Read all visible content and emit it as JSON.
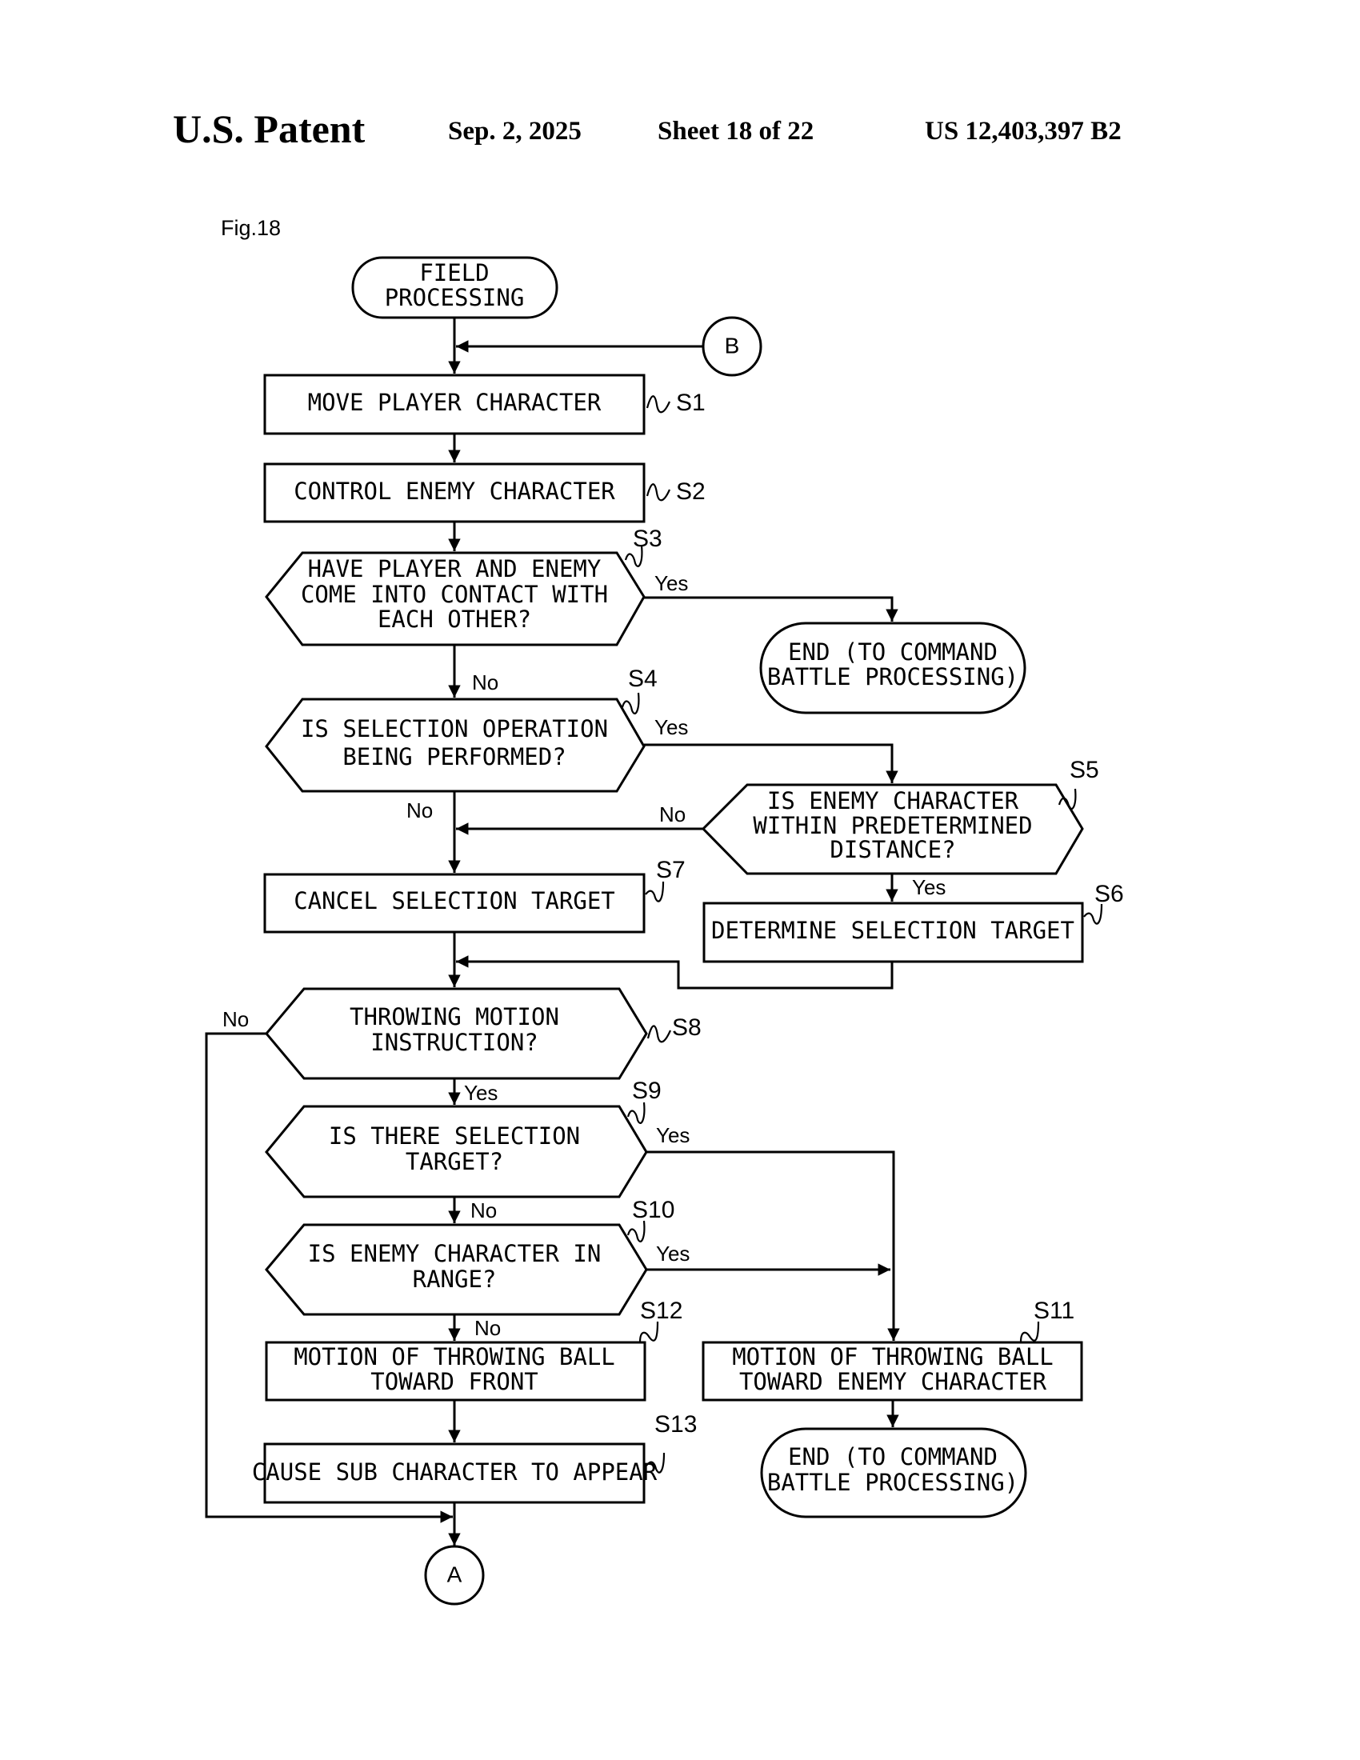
{
  "header": {
    "title": "U.S. Patent",
    "date": "Sep. 2, 2025",
    "sheet": "Sheet 18 of 22",
    "patent_number": "US 12,403,397 B2"
  },
  "figure": {
    "label": "Fig.18",
    "start": [
      "FIELD",
      "PROCESSING"
    ],
    "connector_in": "B",
    "connector_out": "A",
    "steps": {
      "s1": {
        "id": "S1",
        "lines": [
          "MOVE PLAYER CHARACTER"
        ]
      },
      "s2": {
        "id": "S2",
        "lines": [
          "CONTROL ENEMY CHARACTER"
        ]
      },
      "s3": {
        "id": "S3",
        "lines": [
          "HAVE PLAYER AND ENEMY",
          "COME INTO CONTACT WITH",
          "EACH OTHER?"
        ]
      },
      "s4": {
        "id": "S4",
        "lines": [
          "IS SELECTION OPERATION",
          "BEING PERFORMED?"
        ]
      },
      "s5": {
        "id": "S5",
        "lines": [
          "IS ENEMY CHARACTER",
          "WITHIN PREDETERMINED",
          "DISTANCE?"
        ]
      },
      "s6": {
        "id": "S6",
        "lines": [
          "DETERMINE SELECTION TARGET"
        ]
      },
      "s7": {
        "id": "S7",
        "lines": [
          "CANCEL SELECTION TARGET"
        ]
      },
      "s8": {
        "id": "S8",
        "lines": [
          "THROWING MOTION",
          "INSTRUCTION?"
        ]
      },
      "s9": {
        "id": "S9",
        "lines": [
          "IS THERE SELECTION",
          "TARGET?"
        ]
      },
      "s10": {
        "id": "S10",
        "lines": [
          "IS ENEMY CHARACTER IN",
          "RANGE?"
        ]
      },
      "s11": {
        "id": "S11",
        "lines": [
          "MOTION OF THROWING BALL",
          "TOWARD ENEMY CHARACTER"
        ]
      },
      "s12": {
        "id": "S12",
        "lines": [
          "MOTION OF THROWING BALL",
          "TOWARD FRONT"
        ]
      },
      "s13": {
        "id": "S13",
        "lines": [
          "CAUSE SUB CHARACTER TO APPEAR"
        ]
      }
    },
    "end_1": [
      "END (TO COMMAND",
      "BATTLE PROCESSING)"
    ],
    "end_2": [
      "END (TO COMMAND",
      "BATTLE PROCESSING)"
    ],
    "branch_labels": {
      "yes": "Yes",
      "no": "No"
    }
  }
}
